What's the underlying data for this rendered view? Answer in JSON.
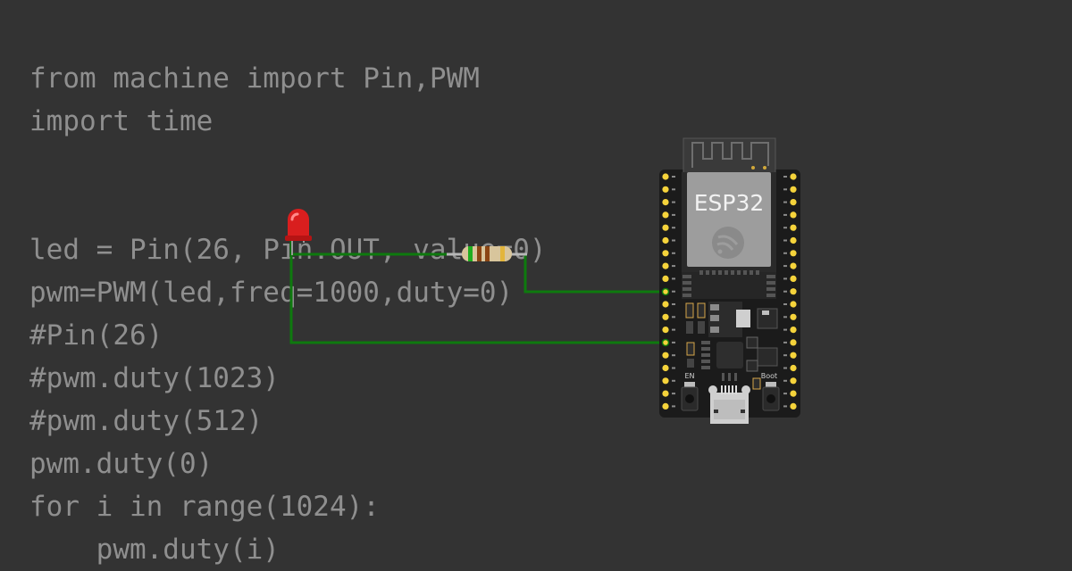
{
  "code": {
    "lines": [
      "from machine import Pin,PWM",
      "import time",
      "",
      "",
      "led = Pin(26, Pin.OUT, value=0)",
      "pwm=PWM(led,freq=1000,duty=0)",
      "#Pin(26)",
      "#pwm.duty(1023)",
      "#pwm.duty(512)",
      "pwm.duty(0)",
      "for i in range(1024):",
      "    pwm.duty(i)"
    ]
  },
  "board": {
    "chip_label": "ESP32",
    "en_label": "EN",
    "boot_label": "Boot"
  },
  "components": {
    "led": {
      "color": "#d91e1e",
      "icon": "led-icon"
    },
    "resistor": {
      "icon": "resistor-icon"
    }
  },
  "colors": {
    "background": "#333333",
    "code_text": "#8f8f8f",
    "wire": "#0e7a0e",
    "pin": "#f5d33b"
  }
}
